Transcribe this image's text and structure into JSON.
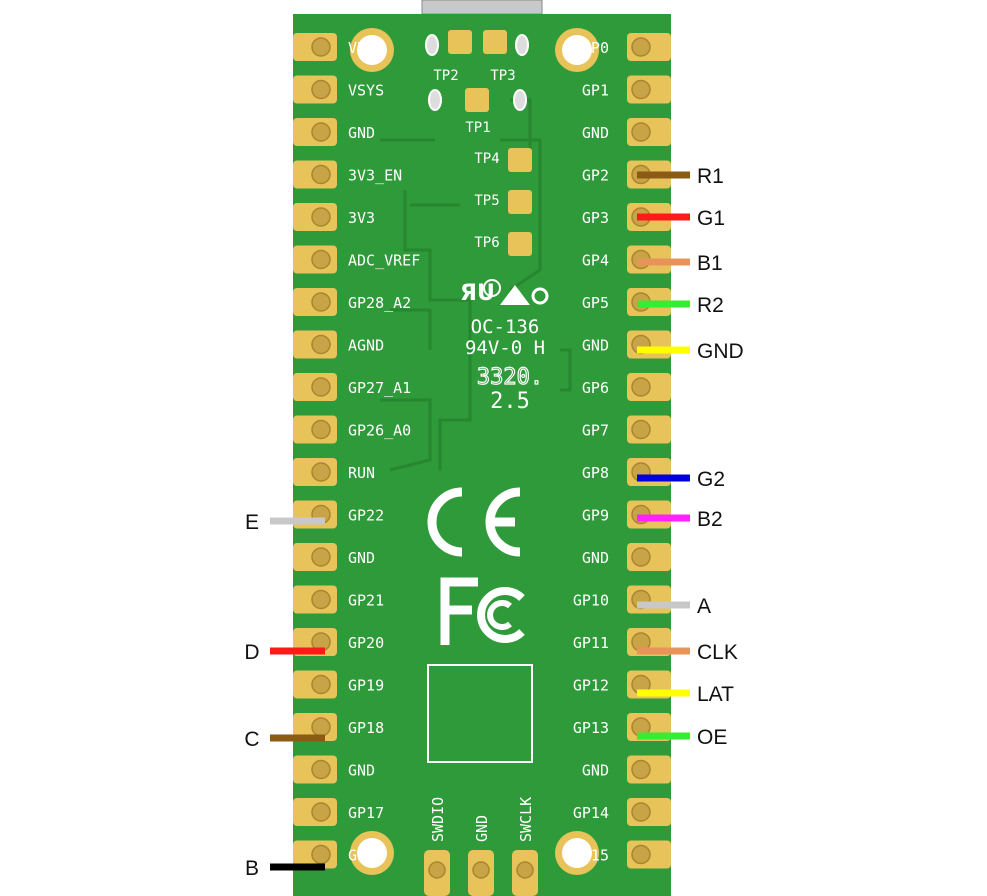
{
  "board": {
    "pcb_color": "#2f9a3a",
    "silk_color": "#ffffff",
    "pad_color": "#e8c35a",
    "left_pins": [
      "VBUS",
      "VSYS",
      "GND",
      "3V3_EN",
      "3V3",
      "ADC_VREF",
      "GP28_A2",
      "AGND",
      "GP27_A1",
      "GP26_A0",
      "RUN",
      "GP22",
      "GND",
      "GP21",
      "GP20",
      "GP19",
      "GP18",
      "GND",
      "GP17",
      "GP16"
    ],
    "right_pins": [
      "GP0",
      "GP1",
      "GND",
      "GP2",
      "GP3",
      "GP4",
      "GP5",
      "GND",
      "GP6",
      "GP7",
      "GP8",
      "GP9",
      "GND",
      "GP10",
      "GP11",
      "GP12",
      "GP13",
      "GND",
      "GP14",
      "GP15"
    ],
    "test_points": [
      "TP2",
      "TP3",
      "TP1",
      "TP4",
      "TP5",
      "TP6"
    ],
    "debug_pins": [
      "SWDIO",
      "GND",
      "SWCLK"
    ],
    "markings": {
      "ul_code": "OC-136",
      "flammability": "94V-0 H",
      "date_code": "3320.",
      "revision": "2.5"
    }
  },
  "connections": [
    {
      "label": "R1",
      "pin": "GP2",
      "side": "right",
      "color": "#8b5a14"
    },
    {
      "label": "G1",
      "pin": "GP3",
      "side": "right",
      "color": "#ff1a1a"
    },
    {
      "label": "B1",
      "pin": "GP4",
      "side": "right",
      "color": "#e8935a"
    },
    {
      "label": "R2",
      "pin": "GP5",
      "side": "right",
      "color": "#33ee33"
    },
    {
      "label": "GND",
      "pin": "GND",
      "side": "right",
      "color": "#ffff00"
    },
    {
      "label": "G2",
      "pin": "GP8",
      "side": "right",
      "color": "#0000dd"
    },
    {
      "label": "B2",
      "pin": "GP9",
      "side": "right",
      "color": "#ff22ff"
    },
    {
      "label": "A",
      "pin": "GP10",
      "side": "right",
      "color": "#c8c8c8"
    },
    {
      "label": "CLK",
      "pin": "GP11",
      "side": "right",
      "color": "#e8935a"
    },
    {
      "label": "LAT",
      "pin": "GP12",
      "side": "right",
      "color": "#ffff00"
    },
    {
      "label": "OE",
      "pin": "GP13",
      "side": "right",
      "color": "#33ee33"
    },
    {
      "label": "E",
      "pin": "GP22",
      "side": "left",
      "color": "#c8c8c8"
    },
    {
      "label": "D",
      "pin": "GP20",
      "side": "left",
      "color": "#ff1a1a"
    },
    {
      "label": "C",
      "pin": "GP18",
      "side": "left",
      "color": "#8b5a14"
    },
    {
      "label": "B",
      "pin": "",
      "side": "left",
      "color": "#000000"
    }
  ]
}
